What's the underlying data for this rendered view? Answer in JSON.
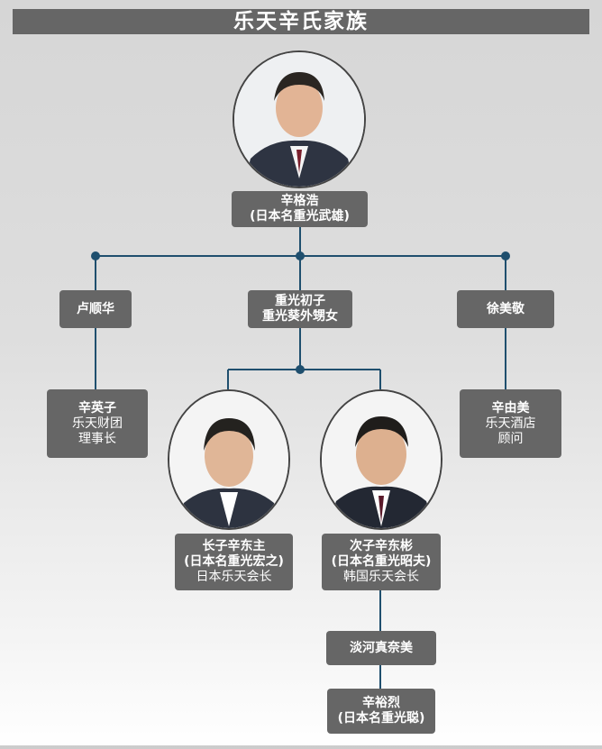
{
  "title": "乐天辛氏家族",
  "colors": {
    "box": "#666666",
    "line": "#1f4f6e",
    "title_bar": "#666666"
  },
  "people": {
    "founder": {
      "name": "辛格浩",
      "alias": "(日本名重光武雄)"
    },
    "wife_left": {
      "name": "卢顺华"
    },
    "wife_mid": {
      "name_line1": "重光初子",
      "name_line2": "重光葵外甥女"
    },
    "wife_right": {
      "name": "徐美敬"
    },
    "daughter_left": {
      "name": "辛英子",
      "title_line1": "乐天财团",
      "title_line2": "理事长"
    },
    "daughter_right": {
      "name": "辛由美",
      "title_line1": "乐天酒店",
      "title_line2": "顾问"
    },
    "son1": {
      "name": "长子辛东主",
      "alias": "(日本名重光宏之)",
      "title": "日本乐天会长"
    },
    "son2": {
      "name": "次子辛东彬",
      "alias": "(日本名重光昭夫)",
      "title": "韩国乐天会长"
    },
    "son2_wife": {
      "name": "淡河真奈美"
    },
    "grandson": {
      "name": "辛裕烈",
      "alias": "(日本名重光聪)"
    }
  }
}
